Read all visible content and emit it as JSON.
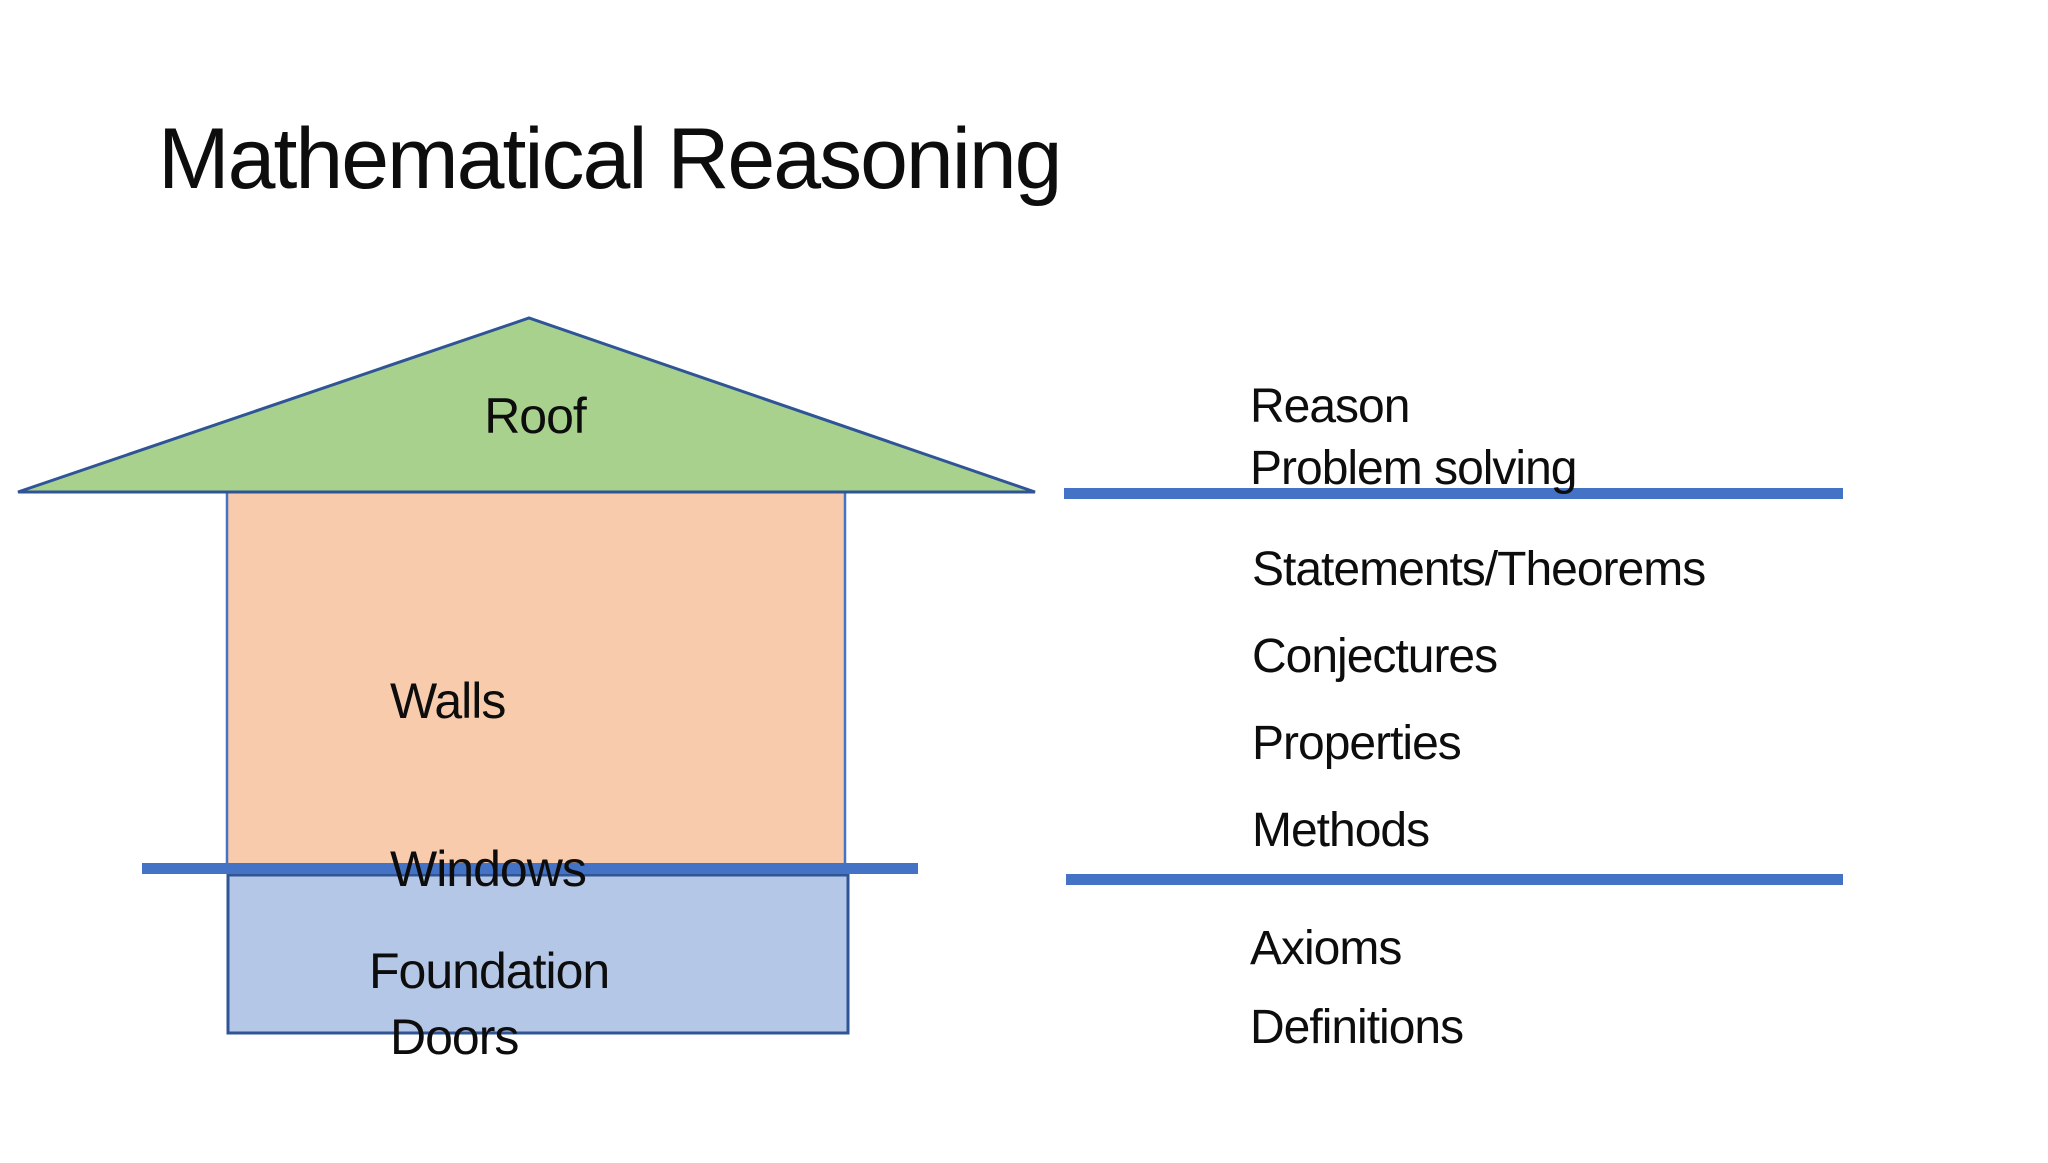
{
  "slide": {
    "title": "Mathematical Reasoning"
  },
  "house": {
    "roof_label": "Roof",
    "walls_lines": [
      "Walls",
      "Windows",
      "Doors"
    ],
    "foundation_label": "Foundation"
  },
  "right_column": {
    "top_items": [
      "Reason",
      "Problem solving"
    ],
    "middle_items": [
      "Statements/Theorems",
      "Conjectures",
      "Properties",
      "Methods"
    ],
    "bottom_items": [
      "Axioms",
      "Definitions"
    ]
  },
  "colors": {
    "roof_fill": "#a9d18e",
    "walls_fill": "#f8cbad",
    "foundation_fill": "#b4c7e7",
    "shape_outline": "#2f5597",
    "walls_outline": "#4472c4",
    "divider_blue": "#4472c4",
    "text": "#0d0d0d",
    "background": "#ffffff"
  }
}
